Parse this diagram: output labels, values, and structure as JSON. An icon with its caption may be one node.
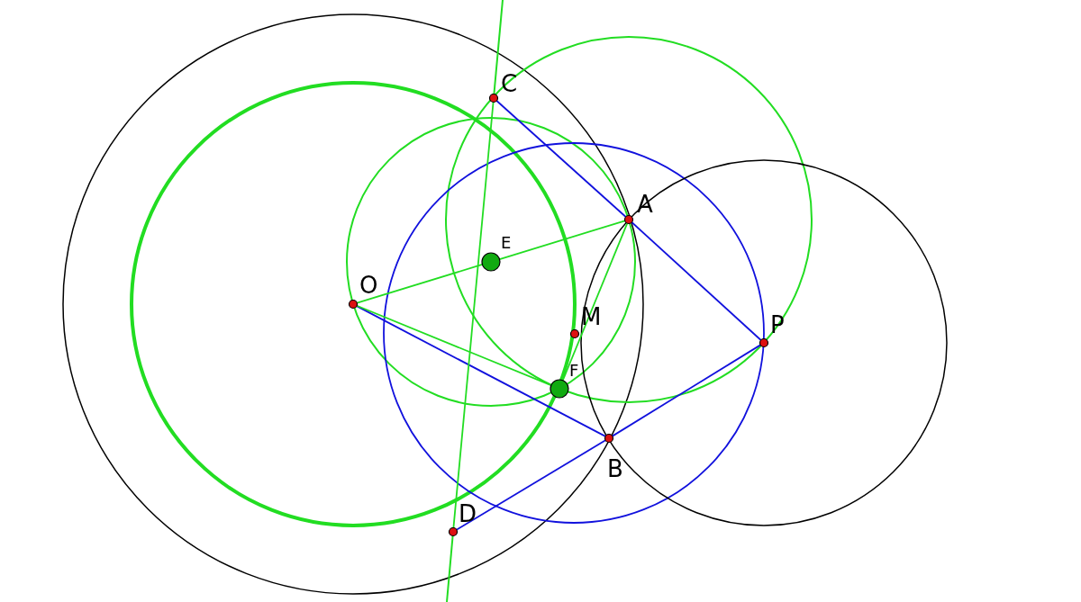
{
  "diagram": {
    "nodes": [
      {
        "text": [
          "C"
        ]
      },
      {
        "text": [
          "A"
        ]
      },
      {
        "text": [
          "E"
        ]
      },
      {
        "text": [
          "O"
        ]
      },
      {
        "text": [
          "M"
        ]
      },
      {
        "text": [
          "P"
        ]
      },
      {
        "text": [
          "F"
        ]
      },
      {
        "text": [
          "B"
        ]
      },
      {
        "text": [
          "D"
        ]
      }
    ],
    "edges": [
      {
        "from": 0,
        "to": 1,
        "arrow": "none"
      },
      {
        "from": 1,
        "to": 5,
        "arrow": "none"
      },
      {
        "from": 3,
        "to": 7,
        "arrow": "none"
      },
      {
        "from": 7,
        "to": 5,
        "arrow": "none"
      },
      {
        "from": 8,
        "to": 7,
        "arrow": "none"
      },
      {
        "from": 3,
        "to": 2,
        "arrow": "none",
        "color": "#22dd22"
      },
      {
        "from": 2,
        "to": 1,
        "arrow": "none",
        "color": "#22dd22"
      },
      {
        "from": 3,
        "to": 6,
        "arrow": "none",
        "color": "#22dd22"
      },
      {
        "from": 6,
        "to": 1,
        "arrow": "none",
        "color": "#22dd22"
      },
      {
        "from": 0,
        "to": 8,
        "arrow": "none",
        "color": "#22dd22"
      }
    ]
  }
}
